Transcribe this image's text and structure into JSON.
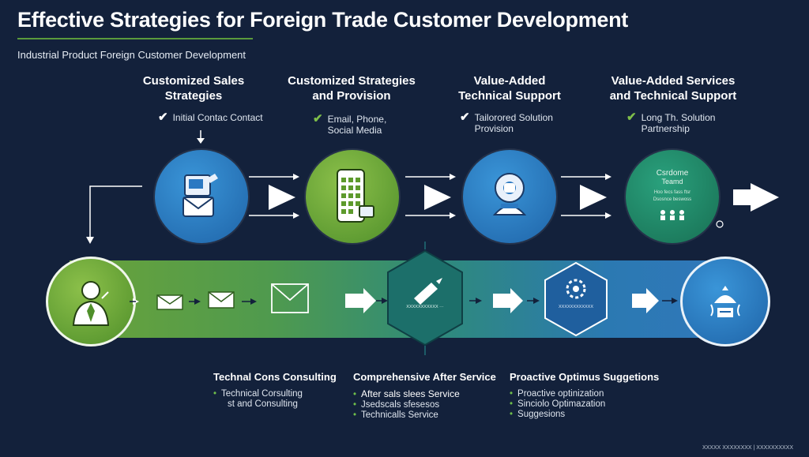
{
  "title": "Effective Strategies for Foreign Trade Customer Development",
  "subtitle": "Industrial Product Foreign Customer Development",
  "columns": [
    {
      "heading_1": "Customized Sales",
      "heading_2": "Strategies",
      "check_1": "Initial Contac Contact",
      "check_2": ""
    },
    {
      "heading_1": "Customized Strategies",
      "heading_2": "and Provision",
      "check_1": "Email,    Phone,",
      "check_2": "Social Media"
    },
    {
      "heading_1": "Value-Added",
      "heading_2": "Technical Support",
      "check_1": "Tailorored Solution",
      "check_2": "Provision"
    },
    {
      "heading_1": "Value-Added Services",
      "heading_2": "and Technical Support",
      "check_1": "Long Th. Solution",
      "check_2": "Partnership"
    }
  ],
  "circle4_text": [
    "Csrdome",
    "Teamd",
    "Hoo fecs fass ftsr",
    "Dsosnce beswoss"
  ],
  "band_labels": {
    "diamond": "XXXXXXXXXXX ···",
    "hex": "XXXXXXXXXXXX"
  },
  "bottom": [
    {
      "heading": "Technal Cons Consulting",
      "bullets": [
        "Technical Corsulting",
        "st and Consulting"
      ]
    },
    {
      "heading": "Comprehensive After Service",
      "bullets": [
        "After sals slees Service",
        "Jsedscals sfesesos",
        "Technicalls Service"
      ]
    },
    {
      "heading": "Proactive Optimus Suggetions",
      "bullets": [
        "Proactive optinization",
        "Sinciolo Optimazation",
        "Suggesions"
      ]
    }
  ],
  "footer": "XXXXX XXXXXXXX  |  XXXXXXXXXX",
  "colors": {
    "background": "#13213b",
    "green": "#6aa33a",
    "blue": "#2f7fc1",
    "teal": "#1f8a6f"
  }
}
